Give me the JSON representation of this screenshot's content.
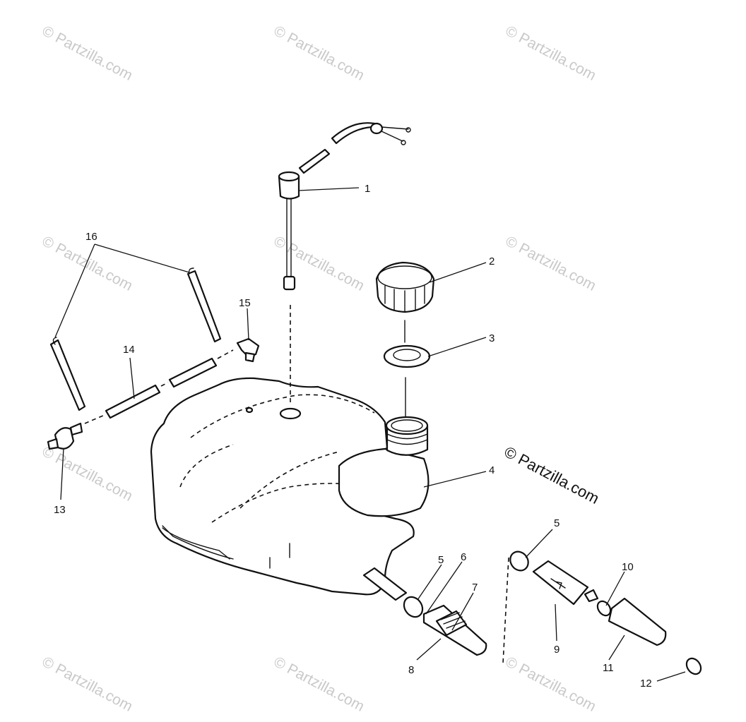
{
  "watermark_text": "© Partzilla.com",
  "copyright_text": "© Partzilla.com",
  "callouts": {
    "c1": "1",
    "c2": "2",
    "c3": "3",
    "c4": "4",
    "c5a": "5",
    "c5b": "5",
    "c6": "6",
    "c7": "7",
    "c8": "8",
    "c9": "9",
    "c10": "10",
    "c11": "11",
    "c12": "12",
    "c13": "13",
    "c14": "14",
    "c15": "15",
    "c16": "16"
  }
}
